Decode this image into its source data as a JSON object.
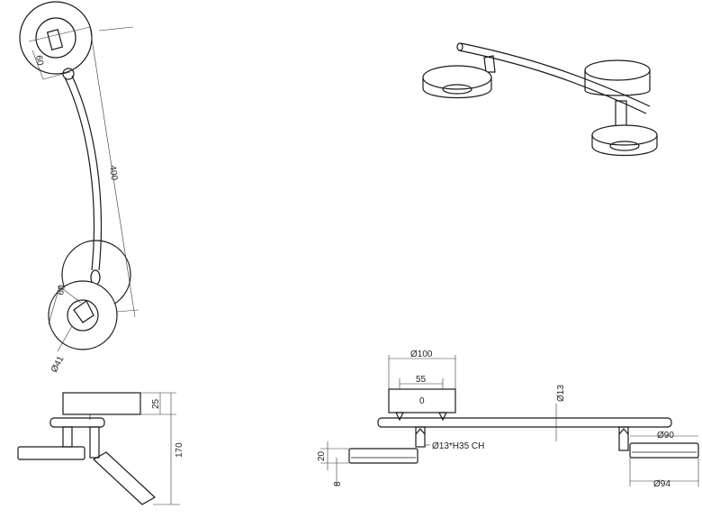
{
  "top_view": {
    "dim_width_top": "60",
    "dim_length": "400",
    "dim_width_bottom": "60",
    "dim_diameter": "Ø41"
  },
  "side_view": {
    "dim_height_canopy": "25",
    "dim_total_height": "170"
  },
  "front_view": {
    "dim_canopy_diameter": "Ø100",
    "dim_canopy_inner": "55",
    "canopy_mark": "0",
    "dim_bar_diameter": "Ø13",
    "dim_joint": "Ø13*H35 CH",
    "dim_head_height": "20",
    "dim_head_gap": "8",
    "dim_head_inner_diameter": "Ø90",
    "dim_head_outer_diameter": "Ø94"
  }
}
